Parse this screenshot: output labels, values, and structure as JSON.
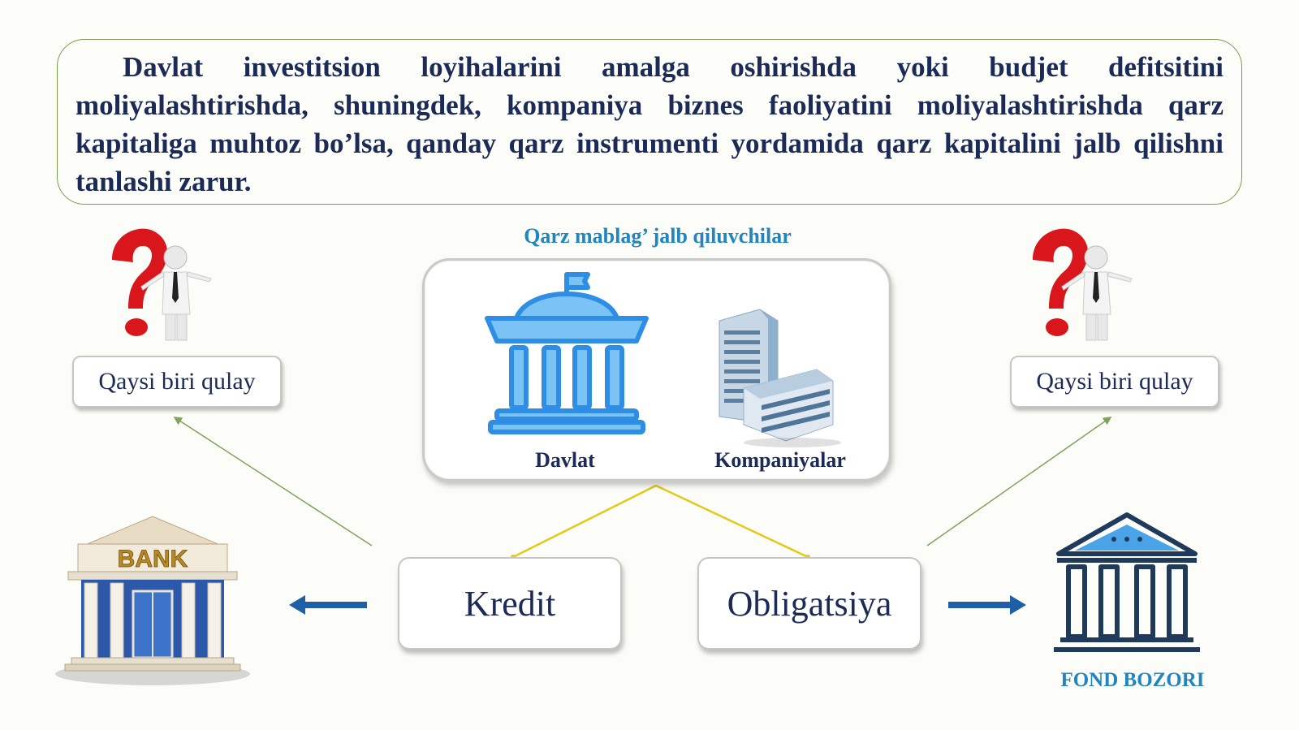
{
  "intro": {
    "text": "Davlat investitsion loyihalarini amalga oshirishda yoki budjet defitsitini moliyalashtirishda, shuningdek, kompaniya biznes faoliyatini moliyalashtirishda qarz kapitaliga muhtoz bo’lsa, qanday qarz instrumenti yordamida qarz kapitalini jalb qilishni tanlashi zarur."
  },
  "borrowers": {
    "title": "Qarz mablag’ jalb qiluvchilar",
    "state_label": "Davlat",
    "companies_label": "Kompaniyalar"
  },
  "question_boxes": {
    "left_label": "Qaysi biri qulay",
    "right_label": "Qaysi biri qulay"
  },
  "instruments": {
    "credit_label": "Kredit",
    "bond_label": "Obligatsiya"
  },
  "bank": {
    "sign_text": "BANK"
  },
  "stock_exchange": {
    "label": "FOND BOZORI"
  },
  "icons": {
    "question_person": "question-mark-person-icon",
    "state": "government-building-icon",
    "companies": "office-buildings-icon",
    "bank": "bank-building-icon",
    "stock_exchange": "stock-exchange-building-icon"
  },
  "colors": {
    "dark_text": "#1b2a57",
    "accent_blue": "#2185c2",
    "yellow_connector": "#e5c81a",
    "green_connector": "#7ea35a",
    "arrow_blue": "#1f5fa6",
    "question_red": "#d8161c"
  }
}
